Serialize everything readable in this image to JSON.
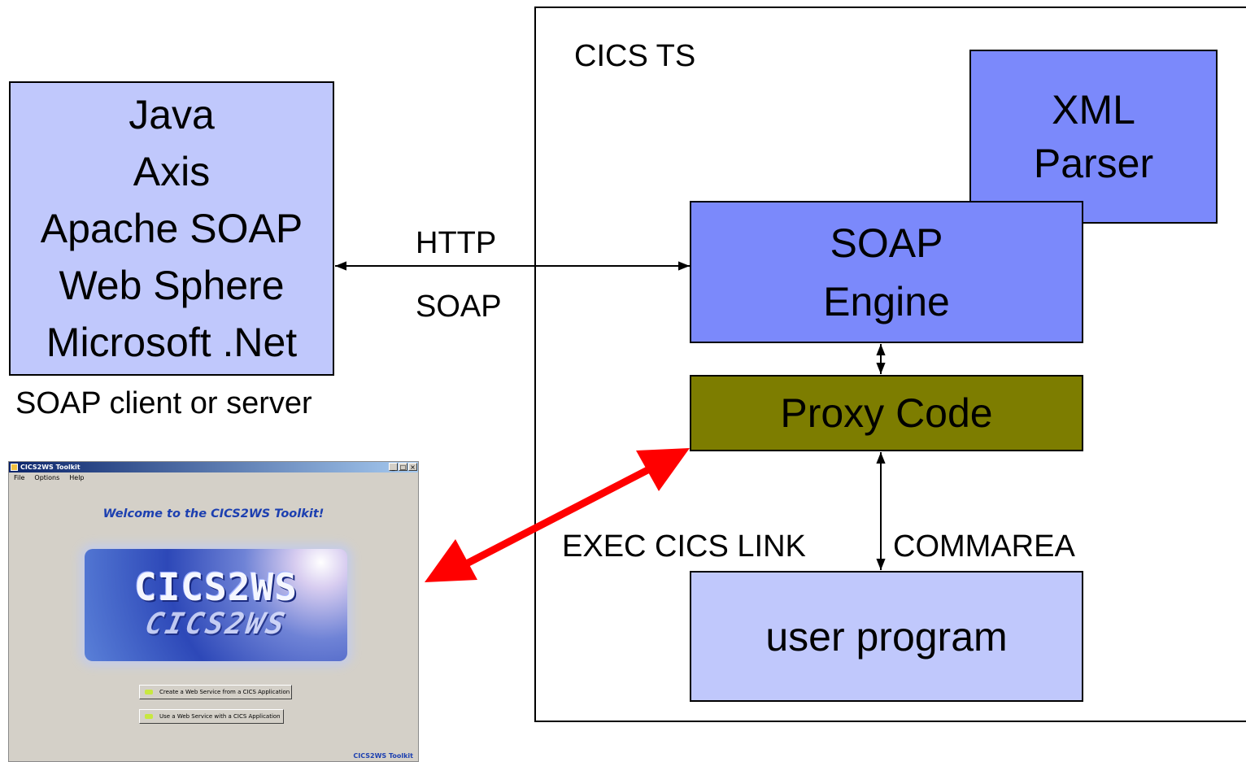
{
  "client": {
    "lines": [
      "Java",
      "Axis",
      "Apache SOAP",
      "Web Sphere",
      "Microsoft .Net"
    ],
    "caption": "SOAP client or server"
  },
  "protocol": {
    "top": "HTTP",
    "bottom": "SOAP"
  },
  "cics": {
    "title": "CICS TS",
    "xml_parser": [
      "XML",
      "Parser"
    ],
    "soap_engine": [
      "SOAP",
      "Engine"
    ],
    "proxy": "Proxy Code",
    "user_program": "user program",
    "link_label": "EXEC CICS LINK",
    "commarea_label": "COMMAREA"
  },
  "toolkit": {
    "window_title": "CICS2WS Toolkit",
    "menu": [
      "File",
      "Options",
      "Help"
    ],
    "window_buttons": [
      "_",
      "□",
      "×"
    ],
    "welcome": "Welcome to the CICS2WS Toolkit!",
    "logo_top": "CICS2WS",
    "logo_reflection": "CICS2WS",
    "btn_create": "Create a Web Service from a CICS Application",
    "btn_use": "Use a Web Service with a CICS Application",
    "status": "CICS2WS Toolkit"
  },
  "colors": {
    "light_box": "#c0c8fc",
    "dark_box": "#7b89fb",
    "proxy_box": "#7d7d00",
    "red_arrow": "#ff0000"
  }
}
